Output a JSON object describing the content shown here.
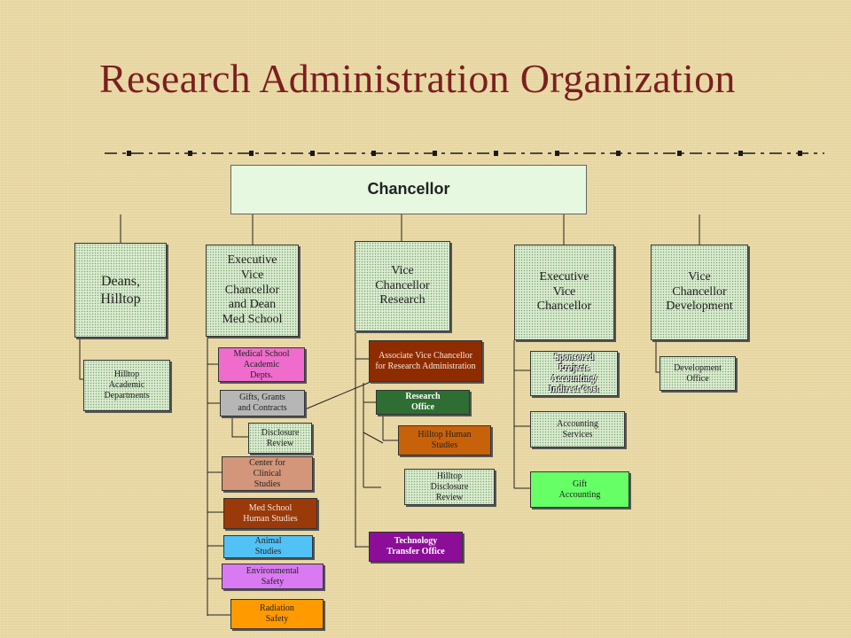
{
  "title": "Research Administration Organization",
  "chancellor": "Chancellor",
  "column_heads": {
    "deans": "Deans,\nHilltop",
    "evc_med": "Executive\nVice\nChancellor\nand Dean\nMed School",
    "vc_research": "Vice\nChancellor\nResearch",
    "evc": "Executive\nVice\nChancellor",
    "vc_development": "Vice\nChancellor\nDevelopment"
  },
  "units": {
    "hilltop_academic": "Hilltop\nAcademic\nDepartments",
    "med_academic": "Medical School\nAcademic\nDepts.",
    "gifts_grants": "Gifts, Grants\nand Contracts",
    "disclosure_review_med": "Disclosure\nReview",
    "clinical_studies": "Center for\nClinical\nStudies",
    "med_human_studies": "Med School\nHuman Studies",
    "animal_studies": "Animal\nStudies",
    "environmental_safety": "Environmental\nSafety",
    "radiation_safety": "Radiation\nSafety",
    "avc_research_admin": "Associate Vice Chancellor\nfor Research Administration",
    "research_office": "Research\nOffice",
    "hilltop_human_studies": "Hilltop Human\nStudies",
    "hilltop_disclosure": "Hilltop\nDisclosure\nReview",
    "tech_transfer": "Technology\nTransfer Office",
    "sponsored_projects": "Sponsored\nProjects\nAccounting/\nIndirect Cost",
    "accounting_services": "Accounting\nServices",
    "gift_accounting": "Gift\nAccounting",
    "development_office": "Development\nOffice"
  },
  "colors": {
    "title": "#7b1f1f",
    "background": "#e9d9a6",
    "pink": "#f06ccc",
    "gray": "#b6b6b6",
    "salmon": "#d4967a",
    "rust": "#9a3a0a",
    "sky": "#52c2f6",
    "violet": "#d97af2",
    "orange": "#ff9a00",
    "brown": "#8e2c00",
    "dark_green": "#2e6e32",
    "copper": "#c8620a",
    "purple": "#8c0e98",
    "bright_green": "#66ff66"
  }
}
